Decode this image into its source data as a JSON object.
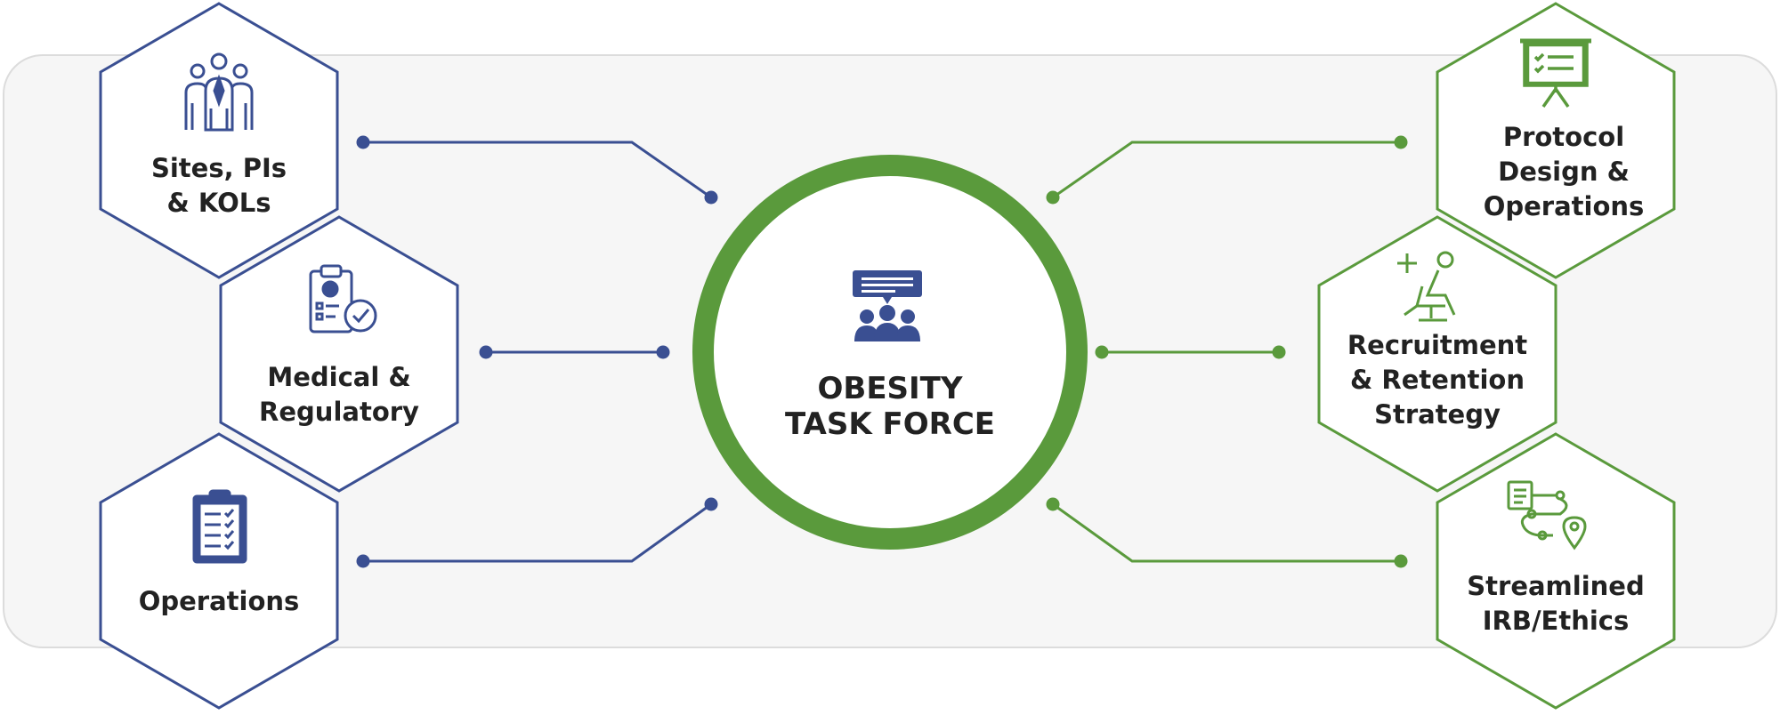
{
  "colors": {
    "navy": "#3a4f92",
    "green": "#5a9a3c",
    "panel": "#f6f6f6",
    "text": "#222222"
  },
  "center": {
    "line1": "OBESITY",
    "line2": "TASK FORCE",
    "icon": "presentation-audience-icon"
  },
  "left_nodes": [
    {
      "icon": "team-people-icon",
      "lines": [
        "Sites, PIs",
        "& KOLs"
      ]
    },
    {
      "icon": "clipboard-check-icon",
      "lines": [
        "Medical &",
        "Regulatory"
      ]
    },
    {
      "icon": "checklist-icon",
      "lines": [
        "Operations"
      ]
    }
  ],
  "right_nodes": [
    {
      "icon": "presentation-board-icon",
      "lines": [
        "Protocol",
        "Design &",
        "Operations"
      ]
    },
    {
      "icon": "patient-chair-icon",
      "lines": [
        "Recruitment",
        "& Retention",
        "Strategy"
      ]
    },
    {
      "icon": "route-map-icon",
      "lines": [
        "Streamlined",
        "IRB/Ethics"
      ]
    }
  ]
}
